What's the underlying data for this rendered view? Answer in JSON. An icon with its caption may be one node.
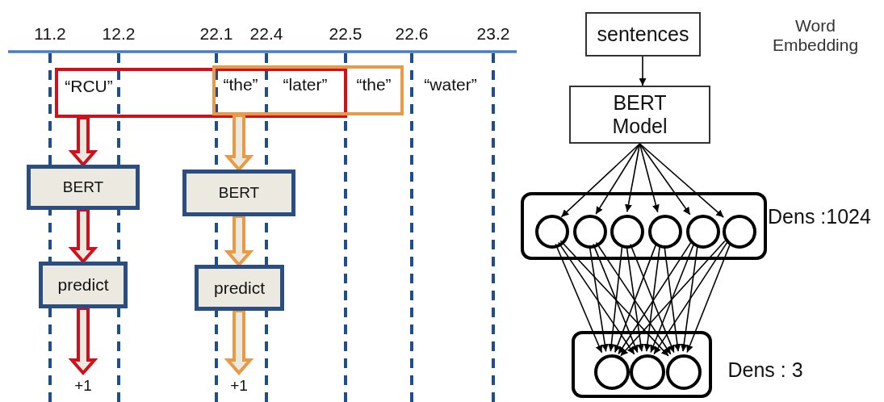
{
  "diagram": {
    "nodes": [
      {
        "text": [],
        "shape": "box"
      },
      {
        "text": [],
        "shape": "box"
      },
      {
        "text": [
          "BERT"
        ]
      },
      {
        "text": [
          "predict"
        ]
      },
      {
        "text": [
          "+1"
        ]
      },
      {
        "text": [
          "BERT"
        ]
      },
      {
        "text": [
          "predict"
        ]
      },
      {
        "text": [
          "+1"
        ]
      },
      {
        "text": [
          "sentences"
        ]
      },
      {
        "text": [
          "BERT Model"
        ]
      },
      {
        "text": [],
        "shape": "box",
        "beside": [
          "Dens :1024"
        ]
      },
      {
        "text": [],
        "shape": "circle",
        "in": 10
      },
      {
        "text": [],
        "shape": "circle",
        "in": 10
      },
      {
        "text": [],
        "shape": "circle",
        "in": 10
      },
      {
        "text": [],
        "shape": "circle",
        "in": 10
      },
      {
        "text": [],
        "shape": "circle",
        "in": 10
      },
      {
        "text": [],
        "shape": "circle",
        "in": 10
      },
      {
        "text": [],
        "shape": "box",
        "beside": [
          "Dens : 3"
        ]
      },
      {
        "text": [],
        "shape": "circle",
        "in": 17
      },
      {
        "text": [],
        "shape": "circle",
        "in": 17
      },
      {
        "text": [],
        "shape": "circle",
        "in": 17
      }
    ],
    "edges": [
      {
        "from": 0,
        "to": 2,
        "arrow": "to",
        "style": "thick",
        "color": "#d0101a"
      },
      {
        "from": 2,
        "to": 3,
        "arrow": "to",
        "style": "thick",
        "color": "#d0101a"
      },
      {
        "from": 3,
        "to": 4,
        "arrow": "to",
        "style": "thick",
        "color": "#d0101a"
      },
      {
        "from": 1,
        "to": 5,
        "arrow": "to",
        "style": "thick",
        "color": "#ea9a45"
      },
      {
        "from": 5,
        "to": 6,
        "arrow": "to",
        "style": "thick",
        "color": "#ea9a45"
      },
      {
        "from": 6,
        "to": 7,
        "arrow": "to",
        "style": "thick",
        "color": "#ea9a45"
      },
      {
        "from": 8,
        "to": 9,
        "arrow": "to"
      },
      {
        "from": 9,
        "to": 11,
        "arrow": "to"
      },
      {
        "from": 9,
        "to": 12,
        "arrow": "to"
      },
      {
        "from": 9,
        "to": 13,
        "arrow": "to"
      },
      {
        "from": 9,
        "to": 14,
        "arrow": "to"
      },
      {
        "from": 9,
        "to": 15,
        "arrow": "to"
      },
      {
        "from": 9,
        "to": 16,
        "arrow": "to"
      },
      {
        "from": 11,
        "to": 18,
        "arrow": "to"
      },
      {
        "from": 11,
        "to": 19,
        "arrow": "to"
      },
      {
        "from": 11,
        "to": 20,
        "arrow": "to"
      },
      {
        "from": 12,
        "to": 18,
        "arrow": "to"
      },
      {
        "from": 12,
        "to": 19,
        "arrow": "to"
      },
      {
        "from": 12,
        "to": 20,
        "arrow": "to"
      },
      {
        "from": 13,
        "to": 18,
        "arrow": "to"
      },
      {
        "from": 13,
        "to": 19,
        "arrow": "to"
      },
      {
        "from": 13,
        "to": 20,
        "arrow": "to"
      },
      {
        "from": 14,
        "to": 18,
        "arrow": "to"
      },
      {
        "from": 14,
        "to": 19,
        "arrow": "to"
      },
      {
        "from": 14,
        "to": 20,
        "arrow": "to"
      },
      {
        "from": 15,
        "to": 18,
        "arrow": "to"
      },
      {
        "from": 15,
        "to": 19,
        "arrow": "to"
      },
      {
        "from": 15,
        "to": 20,
        "arrow": "to"
      },
      {
        "from": 16,
        "to": 18,
        "arrow": "to"
      },
      {
        "from": 16,
        "to": 19,
        "arrow": "to"
      },
      {
        "from": 16,
        "to": 20,
        "arrow": "to"
      }
    ],
    "labels": [
      "11.2",
      "12.2",
      "22.1",
      "22.4",
      "22.5",
      "22.6",
      "23.2",
      "“RCU”",
      "“the”",
      "“later”",
      "“the”",
      "“water”",
      "Word Embedding"
    ]
  }
}
